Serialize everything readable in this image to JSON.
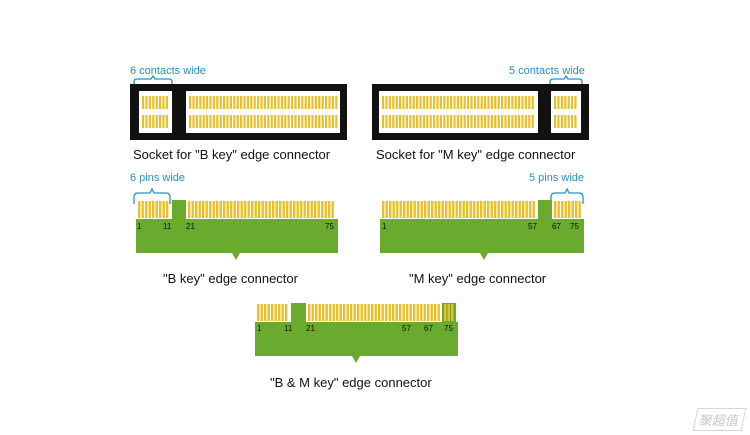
{
  "sockets": [
    {
      "caption": "Socket for \"B key\" edge connector",
      "dim_label": "6 contacts wide",
      "key": "B"
    },
    {
      "caption": "Socket for \"M key\" edge connector",
      "dim_label": "5 contacts wide",
      "key": "M"
    }
  ],
  "connectors": [
    {
      "caption": "\"B key\" edge connector",
      "dim_label": "6 pins wide",
      "pin_labels": [
        "1",
        "11",
        "21",
        "75"
      ]
    },
    {
      "caption": "\"M key\" edge connector",
      "dim_label": "5 pins wide",
      "pin_labels": [
        "1",
        "57",
        "67",
        "75"
      ]
    },
    {
      "caption": "\"B & M key\" edge connector",
      "pin_labels": [
        "1",
        "11",
        "21",
        "57",
        "67",
        "75"
      ]
    }
  ],
  "colors": {
    "pcb_green": "#6aaa2e",
    "gold": "#e9c02b",
    "socket_black": "#111111",
    "dimension_blue": "#2a8fc7"
  },
  "watermark": "聚超值"
}
